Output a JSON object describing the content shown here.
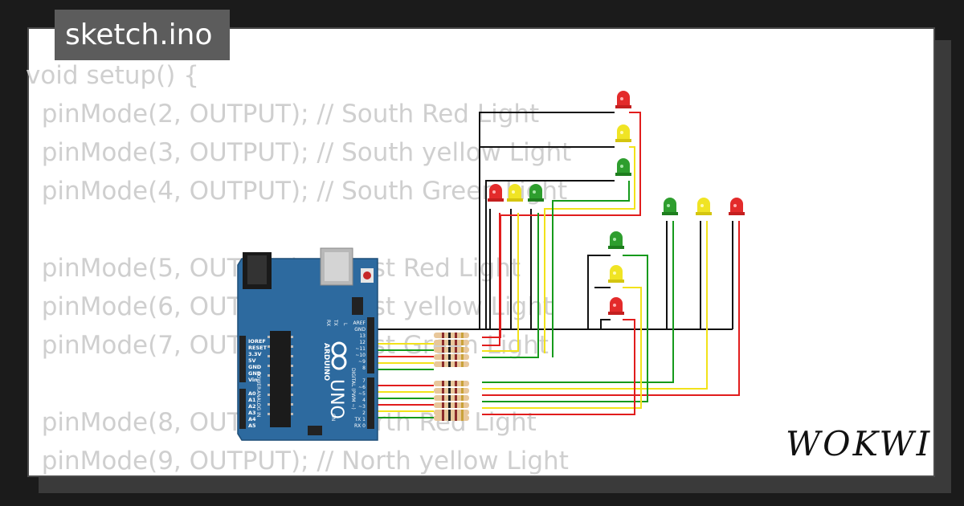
{
  "file_tab": {
    "name": "sketch.ino"
  },
  "code_lines": [
    "void setup() {",
    "  pinMode(2, OUTPUT); // South Red Light",
    "  pinMode(3, OUTPUT); // South yellow Light",
    "  pinMode(4, OUTPUT); // South Green Light",
    "",
    "  pinMode(5, OUTPUT); // East Red Light",
    "  pinMode(6, OUTPUT); // East yellow Light",
    "  pinMode(7, OUTPUT); // East Green Light",
    "",
    "  pinMode(8, OUTPUT); // North Red Light",
    "  pinMode(9, OUTPUT); // North yellow Light"
  ],
  "board": {
    "brand": "ARDUINO",
    "model": "UNO",
    "header_top_labels": [
      "AREF",
      "GND",
      "13",
      "12",
      "~11",
      "~10",
      "~9",
      "8"
    ],
    "header_bottom_labels": [
      "7",
      "~6",
      "~5",
      "4",
      "~3",
      "2",
      "TX 1",
      "RX 0"
    ],
    "digital_label": "DIGITAL (PWM ~)",
    "power_labels": [
      "IOREF",
      "RESET",
      "3.3V",
      "5V",
      "GND",
      "GND",
      "Vin"
    ],
    "power_title": "POWER",
    "analog_labels": [
      "A0",
      "A1",
      "A2",
      "A3",
      "A4",
      "A5"
    ],
    "analog_title": "ANALOG IN",
    "led_labels": [
      "TX",
      "RX",
      "L"
    ],
    "on_label": "ON"
  },
  "wire_colors": {
    "red": "#e11d1d",
    "yellow": "#f2e21a",
    "green": "#169a1c",
    "black": "#111111"
  },
  "led_colors": {
    "red": "#e32b2b",
    "yellow": "#f0e424",
    "green": "#2e9e2e"
  },
  "brand_logo": {
    "text": "WOKWI"
  }
}
